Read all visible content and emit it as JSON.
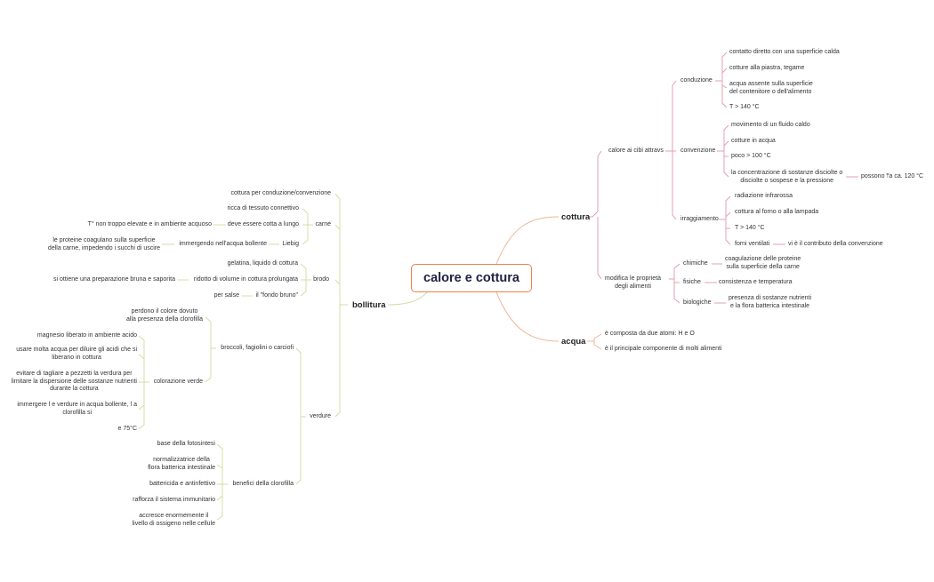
{
  "root": "calore e cottura",
  "colors": {
    "orange": "#e8834f",
    "rose": "#e3a0b0",
    "olive": "#d8dba8",
    "root_border": "#e8834f"
  },
  "nodes": {
    "cottura": "cottura",
    "acqua": "acqua",
    "bollitura": "bollitura",
    "calore_ai_cibi": "calore ai cibi attravs",
    "conduzione": "conduzione",
    "cond_1": "contatto diretto con una superficie calda",
    "cond_2": "cotture alla piastra, tegame",
    "cond_3": "acqua assente sulla superficie\ndel contenitore o dell'alimento",
    "cond_4": "T > 140 °C",
    "convenzione": "convenzione",
    "conv_1": "movimento di un fluido caldo",
    "conv_2": "cotture in acqua",
    "conv_3": "poco > 100 °C",
    "conv_4": "la concentrazione di sostanze disciolte o\ndisciolte o sospese e la pressione",
    "conv_4a": "possono ⤒a ca. 120 °C",
    "irraggiamento": "irraggiamento",
    "irr_1": "radiazione infrarossa",
    "irr_2": "cottura al forno o alla lampada",
    "irr_3": "T > 140 °C",
    "irr_4": "forni ventilati",
    "irr_4a": "vi è il contributo della convenzione",
    "modifica": "modifica le proprietà\ndegli alimenti",
    "chimiche": "chimiche",
    "chim_1": "coagulazione delle proteine\nsulla superficie della carne",
    "fisiche": "fisiche",
    "fis_1": "consistenza e temperatura",
    "biologiche": "biologiche",
    "bio_1": "presenza di sostanze nutrienti\ne la flora batterica intestinale",
    "acqua_1": "è composta da due atomi: H e O",
    "acqua_2": "è il principale componente di molti alimenti",
    "boll_1": "cottura per conduzione/convenzione",
    "carne": "carne",
    "carne_1": "ricca di tessuto connettivo",
    "carne_2": "deve essere cotta a lungo",
    "carne_2a": "T° non troppo elevate e in ambiente acquoso",
    "liebig": "Liebig",
    "liebig_1": "immergendo nell'acqua bollente",
    "liebig_1a": "le proteine coagulano sulla superficie\ndella carne, impedendo i succhi di uscire",
    "brodo": "brodo",
    "brodo_1": "gelatina, liquido di cottura",
    "brodo_2": "ridotto di volume in cottura prolungata",
    "brodo_2a": "si ottiene una preparazione bruna e saporita",
    "fondo": "il \"fondo bruno\"",
    "fondo_a": "per salse",
    "verdure": "verdure",
    "broccoli": "broccoli, fagiolini o carciofi",
    "brocc_1": "perdono il colore dovuto\nalla presenza della clorofilla",
    "colorazione": "colorazione verde",
    "col_1": "magnesio liberato in ambiente acido",
    "col_2": "usare molta acqua per diluire gli acidi che si\nliberano in cottura",
    "col_3": "evitare di tagliare a pezzetti la verdura per\nlimitare la dispersione delle sostanze nutrienti\ndurante la cottura",
    "col_4": "immergere l e verdure in acqua bollente, l a\nclorofilla si",
    "col_5": "e 75°C",
    "benefici": "benefici della clorofilla",
    "ben_1": "base della fotosintesi",
    "ben_2": "normalizzatrice della\nflora batterica intestinale",
    "ben_3": "battericida e antinfettivo",
    "ben_4": "rafforza il sistema immunitario",
    "ben_5": "accresce enormemente il\nlivello di ossigeno nelle cellule"
  }
}
